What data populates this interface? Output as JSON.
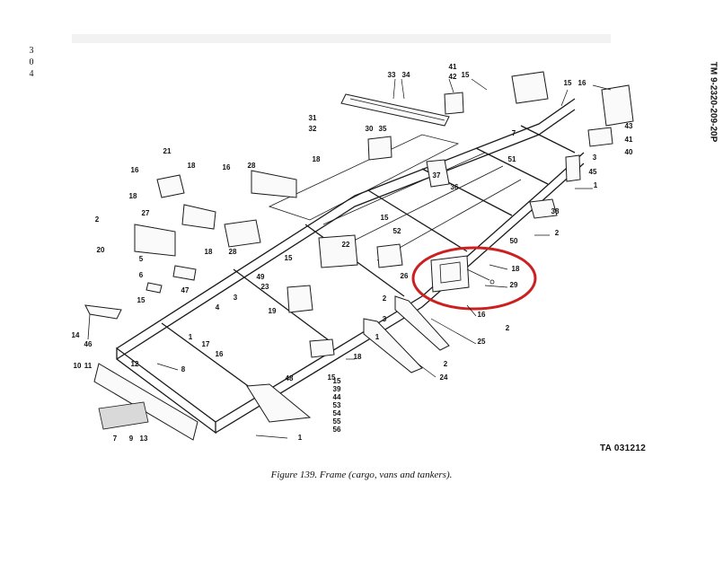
{
  "page_number": [
    "3",
    "0",
    "4"
  ],
  "document_id": "TM 9-2320-209-20P",
  "figure_id": "TA 031212",
  "caption": "Figure 139. Frame (cargo, vans and tankers).",
  "highlight_color": "#cc1f1f",
  "callouts": [
    "1",
    "2",
    "3",
    "4",
    "5",
    "6",
    "7",
    "8",
    "9",
    "10",
    "11",
    "12",
    "13",
    "14",
    "15",
    "16",
    "17",
    "18",
    "19",
    "20",
    "21",
    "22",
    "23",
    "24",
    "25",
    "26",
    "27",
    "28",
    "29",
    "30",
    "31",
    "32",
    "33",
    "34",
    "35",
    "36",
    "37",
    "38",
    "39",
    "40",
    "41",
    "42",
    "43",
    "44",
    "45",
    "46",
    "47",
    "48",
    "49",
    "50",
    "51",
    "52",
    "53",
    "54",
    "55",
    "56"
  ],
  "stack_labels": [
    "15",
    "39",
    "44",
    "53",
    "54",
    "55",
    "56"
  ]
}
